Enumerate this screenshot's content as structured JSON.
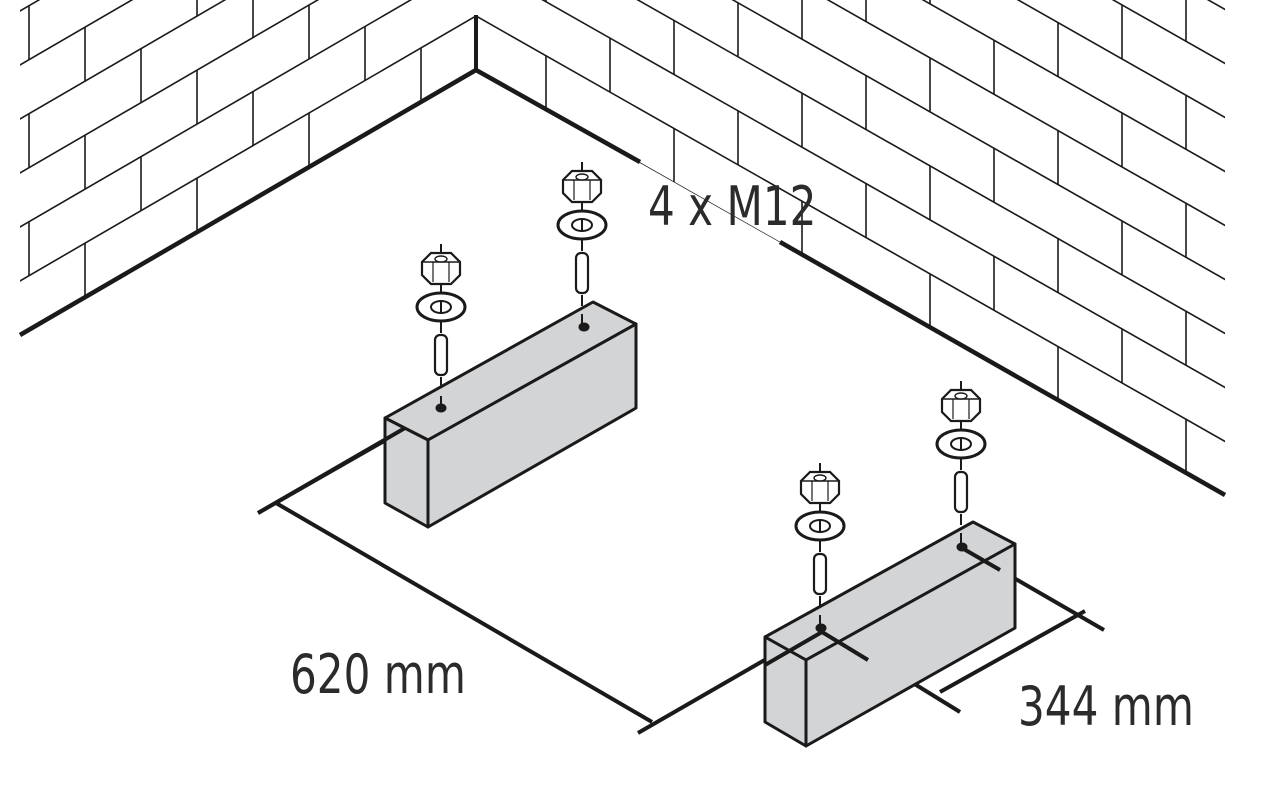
{
  "labels": {
    "bolts": "4 x M12",
    "distance_long": "620 mm",
    "distance_short": "344 mm"
  },
  "colors": {
    "line": "#1a1a1a",
    "block_fill": "#d3d4d6",
    "background": "#ffffff"
  }
}
